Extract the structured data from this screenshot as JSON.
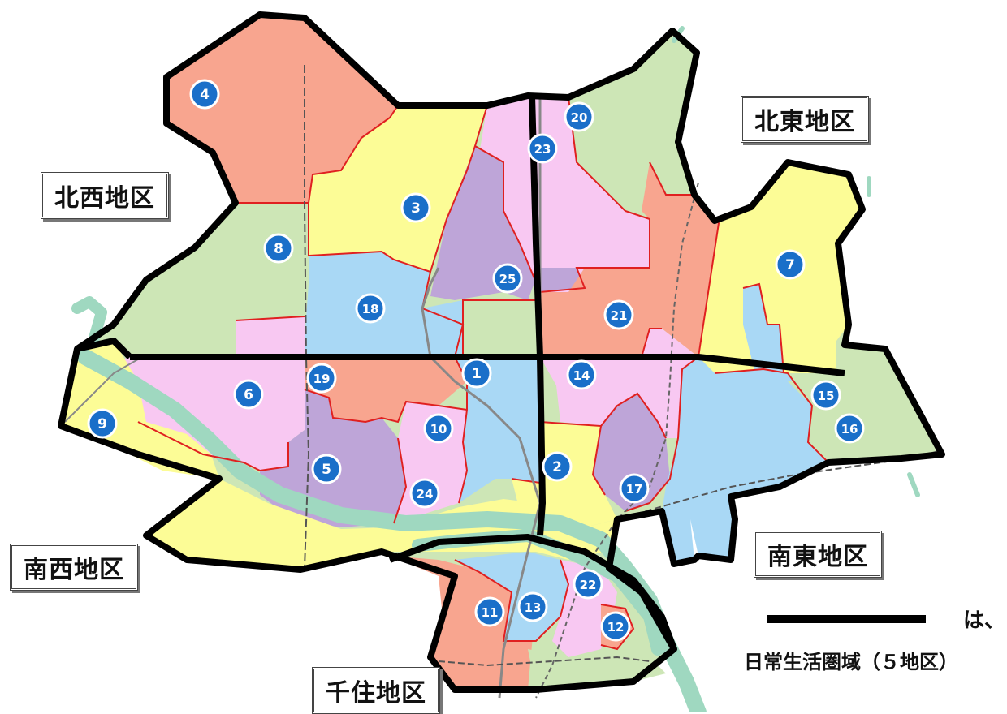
{
  "map": {
    "region_labels": [
      {
        "id": "hokusei",
        "text": "北西地区"
      },
      {
        "id": "hokuto",
        "text": "北東地区"
      },
      {
        "id": "nansei",
        "text": "南西地区"
      },
      {
        "id": "nanto",
        "text": "南東地区"
      },
      {
        "id": "senju",
        "text": "千住地区"
      }
    ],
    "district_markers": [
      "1",
      "2",
      "3",
      "4",
      "5",
      "6",
      "7",
      "8",
      "9",
      "10",
      "11",
      "12",
      "13",
      "14",
      "15",
      "16",
      "17",
      "18",
      "19",
      "20",
      "21",
      "22",
      "23",
      "24",
      "25"
    ],
    "legend": {
      "suffix": "は、",
      "text": "日常生活圏域（５地区）"
    },
    "colors": {
      "salmon": "#f8a58f",
      "yellow": "#fcfc96",
      "green": "#cde6b6",
      "blue": "#a9d8f5",
      "pink": "#f8c8f2",
      "purple": "#bea5d8",
      "river": "#9fd8c0",
      "boundary": "#e02020",
      "marker": "#1a6fc9"
    }
  }
}
